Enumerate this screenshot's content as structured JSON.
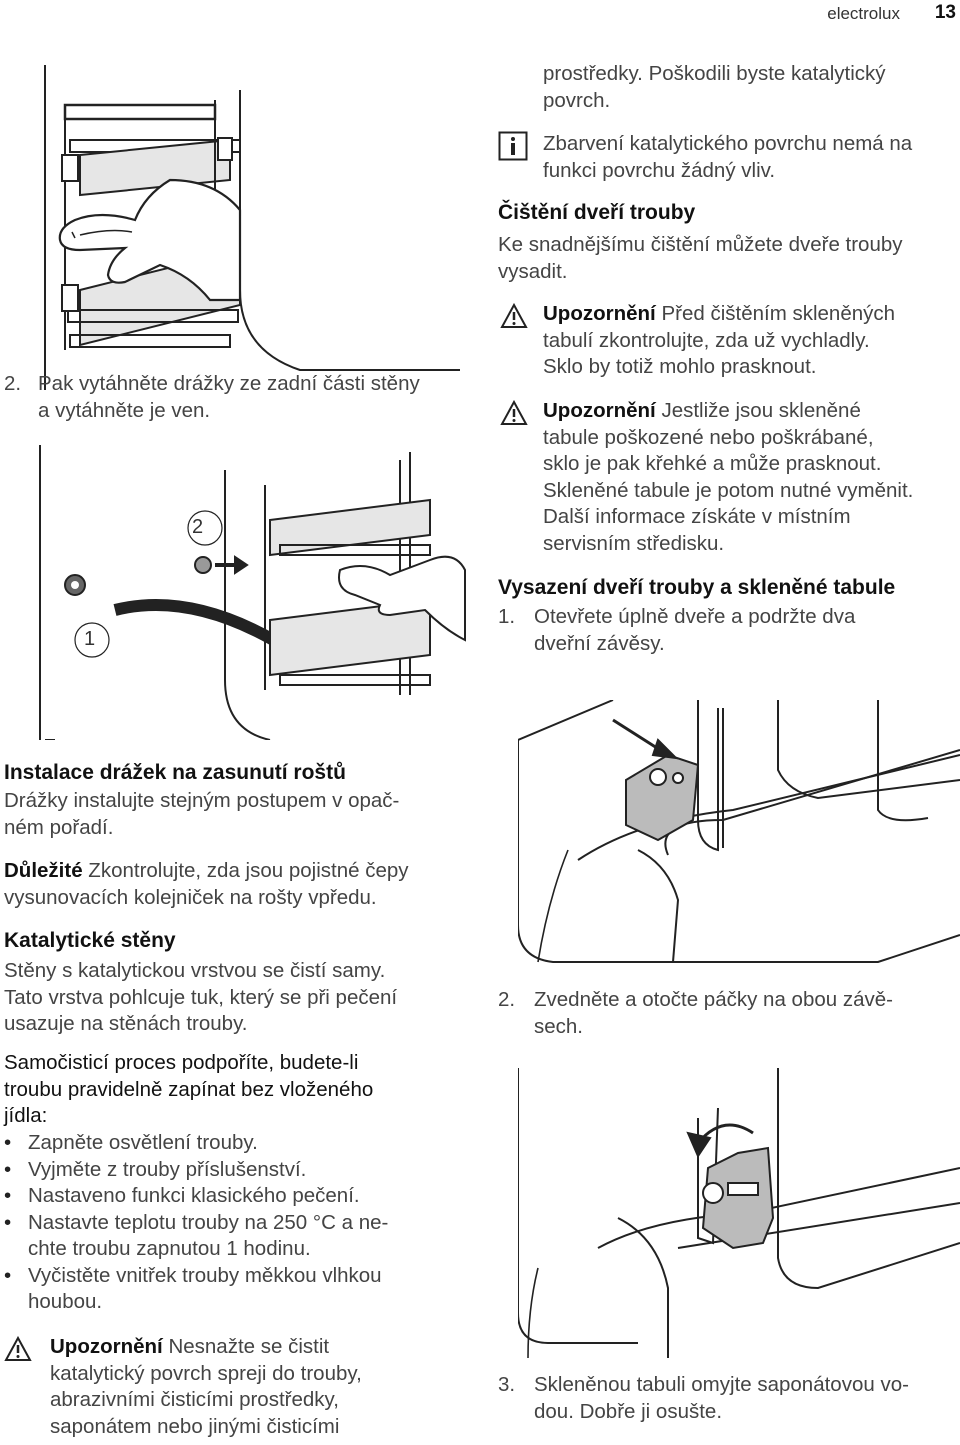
{
  "header": {
    "brand": "electrolux",
    "page": "13"
  },
  "left": {
    "step2": {
      "num": "2.",
      "line1": "Pak vytáhněte drážky ze zadní části stěny",
      "line2": "a vytáhněte je ven."
    },
    "fig2_labels": {
      "one": "1",
      "two": "2"
    },
    "install": {
      "title": "Instalace drážek na zasunutí roštů",
      "line1": "Drážky instalujte stejným postupem v opač-",
      "line2": "ném pořadí."
    },
    "important": {
      "label": "Důležité",
      "line1": " Zkontrolujte, zda jsou pojistné čepy",
      "line2": "vysunovacích kolejniček na rošty vpředu."
    },
    "catalytic": {
      "title": "Katalytické stěny",
      "line1": "Stěny s katalytickou vrstvou se čistí samy.",
      "line2": "Tato vrstva pohlcuje tuk, který se při pečení",
      "line3": "usazuje na stěnách trouby."
    },
    "selfclean": {
      "line1": "Samočisticí proces podpoříte, budete-li",
      "line2": "troubu pravidelně zapínat bez vloženého",
      "line3": "jídla:"
    },
    "bullets": [
      {
        "line1": "Zapněte osvětlení trouby."
      },
      {
        "line1": "Vyjměte z trouby příslušenství."
      },
      {
        "line1": "Nastaveno funkci klasického pečení."
      },
      {
        "line1": "Nastavte teplotu trouby na 250 °C a ne-",
        "line2": "chte troubu zapnutou 1 hodinu."
      },
      {
        "line1": "Vyčistěte vnitřek trouby měkkou vlhkou",
        "line2": "houbou."
      }
    ],
    "warning": {
      "label": "Upozornění",
      "line1": " Nesnažte se čistit",
      "line2": "katalytický povrch spreji do trouby,",
      "line3": "abrazivními čisticími prostředky,",
      "line4": "saponátem nebo jinými čisticími"
    }
  },
  "right": {
    "cont": {
      "line1": "prostředky. Poškodili byste katalytický",
      "line2": "povrch."
    },
    "info": {
      "line1": "Zbarvení katalytického povrchu nemá na",
      "line2": "funkci povrchu žádný vliv."
    },
    "doors": {
      "title": "Čištění dveří trouby",
      "line1": "Ke snadnějšímu čištění můžete dveře trouby",
      "line2": "vysadit."
    },
    "warn1": {
      "label": "Upozornění",
      "line1": " Před čištěním skleněných",
      "line2": "tabulí zkontrolujte, zda už vychladly.",
      "line3": "Sklo by totiž mohlo prasknout."
    },
    "warn2": {
      "label": "Upozornění",
      "line1": " Jestliže jsou skleněné",
      "line2": "tabule poškozené nebo poškrábané,",
      "line3": "sklo je pak křehké a může prasknout.",
      "line4": "Skleněné tabule je potom nutné vyměnit.",
      "line5": "Další informace získáte v místním",
      "line6": "servisním středisku."
    },
    "remove": {
      "title": "Vysazení dveří trouby a skleněné tabule",
      "num": "1.",
      "line1": "Otevřete úplně dveře a podržte dva",
      "line2": "dveřní závěsy."
    },
    "step2": {
      "num": "2.",
      "line1": "Zvedněte a otočte páčky na obou závě-",
      "line2": "sech."
    },
    "step3": {
      "num": "3.",
      "line1": "Skleněnou tabuli omyjte saponátovou vo-",
      "line2": "dou. Dobře ji osušte."
    }
  },
  "icons": {
    "info": "info-icon",
    "warning": "warning-icon",
    "hand": "hand-icon",
    "arrow": "curved-arrow-icon"
  }
}
